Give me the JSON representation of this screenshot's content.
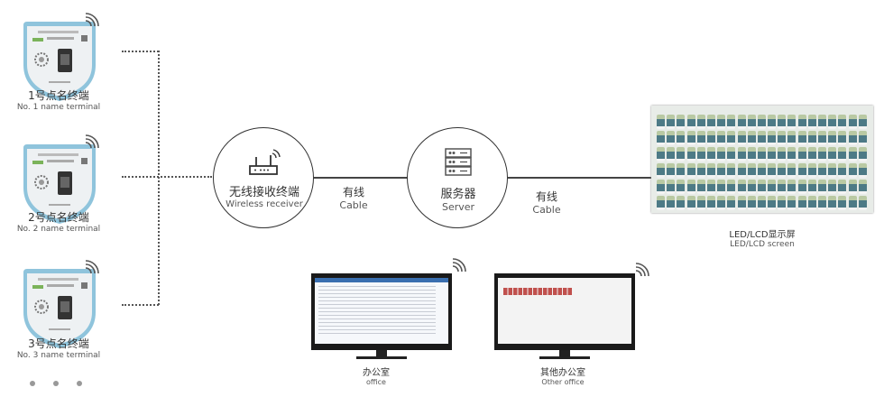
{
  "terminals": [
    {
      "cn": "1号点名终端",
      "en": "No. 1 name terminal"
    },
    {
      "cn": "2号点名终端",
      "en": "No. 2 name terminal"
    },
    {
      "cn": "3号点名终端",
      "en": "No. 3 name terminal"
    }
  ],
  "receiver": {
    "cn": "无线接收终端",
    "en": "Wireless receiver",
    "icon": "router-icon"
  },
  "cable1": {
    "cn": "有线",
    "en": "Cable"
  },
  "server": {
    "cn": "服务器",
    "en": "Server",
    "icon": "server-icon"
  },
  "cable2": {
    "cn": "有线",
    "en": "Cable"
  },
  "led": {
    "cn": "LED/LCD显示屏",
    "en": "LED/LCD screen"
  },
  "office": {
    "cn": "办公室",
    "en": "office"
  },
  "other_office": {
    "cn": "其他办公室",
    "en": "Other office"
  },
  "colors": {
    "terminal_border": "#8fc4dc",
    "line": "#444444"
  }
}
